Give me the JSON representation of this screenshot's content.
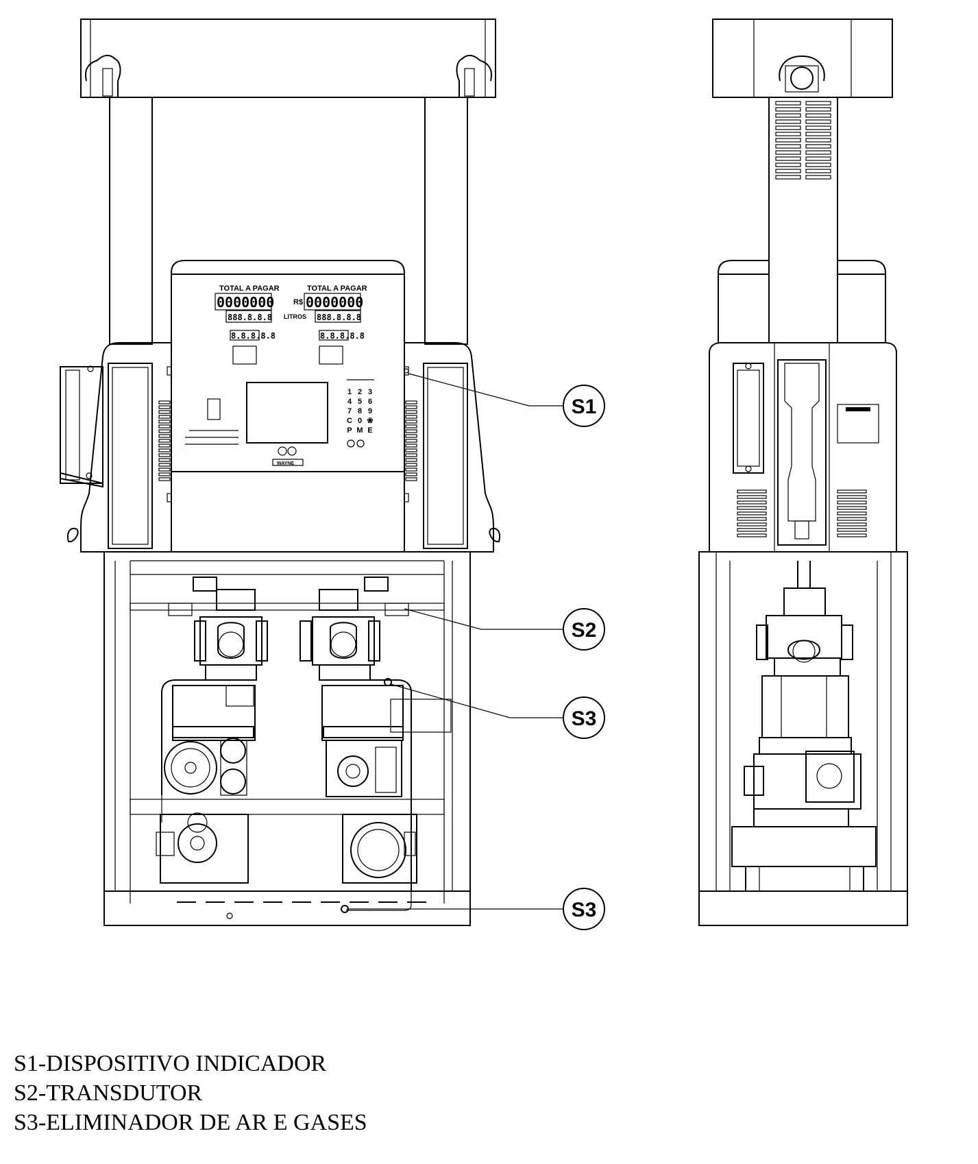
{
  "front_view": {
    "display_left": {
      "title": "TOTAL A PAGAR",
      "amount": "0000000",
      "volume": "888.8.8.8",
      "price": "8.8.8.8.8"
    },
    "display_right": {
      "title": "TOTAL A PAGAR",
      "currency": "R$",
      "volume_unit": "LITROS",
      "amount": "0000000",
      "volume": "888.8.8.8",
      "price": "8.8.8.8.8"
    },
    "keypad": [
      "1",
      "2",
      "3",
      "4",
      "5",
      "6",
      "7",
      "8",
      "9",
      "C",
      "0",
      "❀",
      "P",
      "M",
      "E"
    ],
    "brand_badge": "WAYNE"
  },
  "callouts": [
    {
      "id": "S1",
      "label": "S1"
    },
    {
      "id": "S2",
      "label": "S2"
    },
    {
      "id": "S3a",
      "label": "S3"
    },
    {
      "id": "S3b",
      "label": "S3"
    }
  ],
  "legend": [
    "S1-DISPOSITIVO INDICADOR",
    "S2-TRANSDUTOR",
    "S3-ELIMINADOR DE AR E GASES"
  ]
}
